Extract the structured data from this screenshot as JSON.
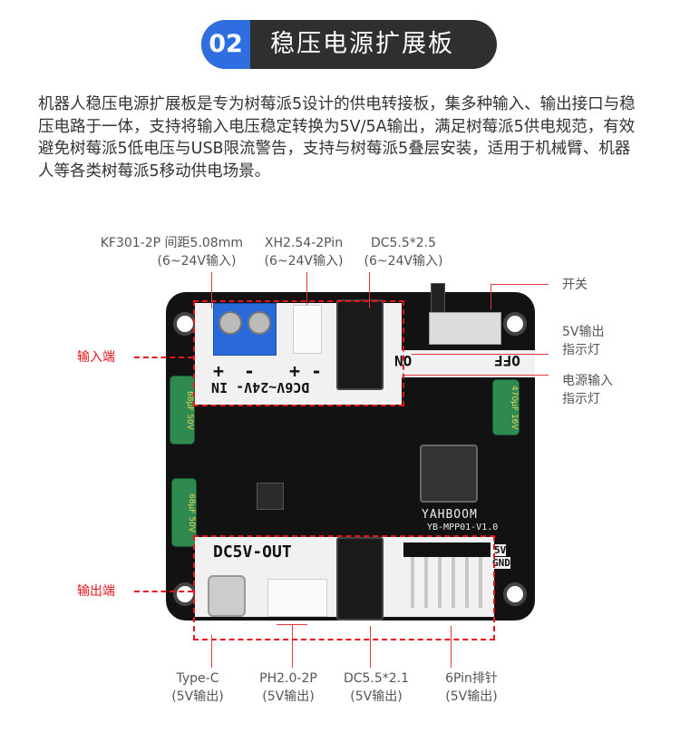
{
  "header": {
    "number": "02",
    "title": "稳压电源扩展板",
    "accent": "#2e6ee0",
    "pill_color": "#2f2f2f"
  },
  "description": "机器人稳压电源扩展板是专为树莓派5设计的供电转接板，集多种输入、输出接口与稳压电路于一体，支持将输入电压稳定转换为5V/5A输出，满足树莓派5供电规范，有效避免树莓派5低电压与USB限流警告，支持与树莓派5叠层安装，适用于机械臂、机器人等各类树莓派5移动供电场景。",
  "input_labels": [
    {
      "name": "KF301-2P 间距5.08mm",
      "note": "(6~24V输入)"
    },
    {
      "name": "XH2.54-2Pin",
      "note": "(6~24V输入)"
    },
    {
      "name": "DC5.5*2.5",
      "note": "(6~24V输入)"
    }
  ],
  "side_labels": {
    "switch": "开关",
    "led5v_1": "5V输出",
    "led5v_2": "指示灯",
    "ledpwr_1": "电源输入",
    "ledpwr_2": "指示灯"
  },
  "zone_labels": {
    "input": "输入端",
    "output": "输出端"
  },
  "output_labels": [
    {
      "name": "Type-C",
      "note": "(5V输出)"
    },
    {
      "name": "PH2.0-2P",
      "note": "(5V输出)"
    },
    {
      "name": "DC5.5*2.1",
      "note": "(5V输出)"
    },
    {
      "name": "6Pin排针",
      "note": "(5V输出)"
    }
  ],
  "board_silk": {
    "input": "DC6V~24V- IN",
    "plus": "+",
    "minus": "-",
    "on": "ON",
    "off": "OFF",
    "out": "DC5V-OUT",
    "brand": "YAHBOOM",
    "model": "YB-MPP01-V1.0",
    "pin5v": "5V",
    "gnd": "GND",
    "cap1": "470μF 16V",
    "cap2": "68μF 50V",
    "cap3": "68μF 50V"
  },
  "colors": {
    "highlight": "#e8141c"
  }
}
